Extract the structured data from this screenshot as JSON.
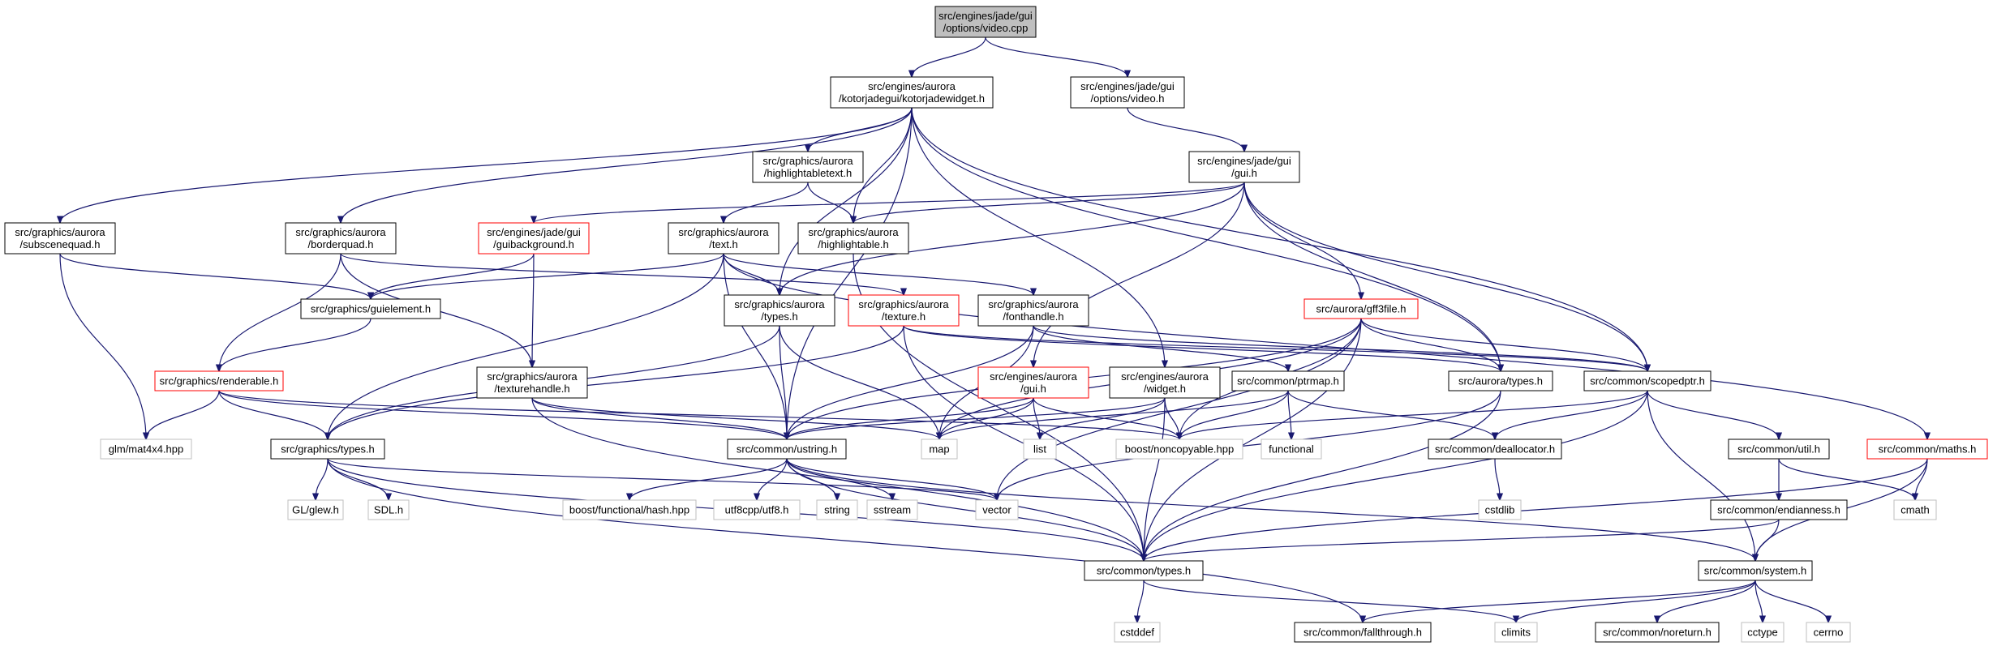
{
  "colors": {
    "edge": "#191970",
    "border_default": "#000000",
    "border_external": "#bfbfbf",
    "border_warning": "#ff0000",
    "fill_root": "#bfbfbf",
    "fill_default": "#ffffff"
  },
  "nodes": [
    {
      "id": "root",
      "lines": [
        "src/engines/jade/gui",
        "/options/video.cpp"
      ],
      "style": "root"
    },
    {
      "id": "kjw",
      "lines": [
        "src/engines/aurora",
        "/kotorjadegui/kotorjadewidget.h"
      ],
      "style": "normal"
    },
    {
      "id": "videoh",
      "lines": [
        "src/engines/jade/gui",
        "/options/video.h"
      ],
      "style": "normal"
    },
    {
      "id": "highlightabletext",
      "lines": [
        "src/graphics/aurora",
        "/highlightabletext.h"
      ],
      "style": "normal"
    },
    {
      "id": "jadegui",
      "lines": [
        "src/engines/jade/gui",
        "/gui.h"
      ],
      "style": "normal"
    },
    {
      "id": "subscenequad",
      "lines": [
        "src/graphics/aurora",
        "/subscenequad.h"
      ],
      "style": "normal"
    },
    {
      "id": "borderquad",
      "lines": [
        "src/graphics/aurora",
        "/borderquad.h"
      ],
      "style": "normal"
    },
    {
      "id": "guibackground",
      "lines": [
        "src/engines/jade/gui",
        "/guibackground.h"
      ],
      "style": "warning"
    },
    {
      "id": "texth",
      "lines": [
        "src/graphics/aurora",
        "/text.h"
      ],
      "style": "normal"
    },
    {
      "id": "highlightable",
      "lines": [
        "src/graphics/aurora",
        "/highlightable.h"
      ],
      "style": "normal"
    },
    {
      "id": "guielement",
      "lines": [
        "src/graphics/guielement.h"
      ],
      "style": "normal"
    },
    {
      "id": "gatypes",
      "lines": [
        "src/graphics/aurora",
        "/types.h"
      ],
      "style": "normal"
    },
    {
      "id": "texture",
      "lines": [
        "src/graphics/aurora",
        "/texture.h"
      ],
      "style": "warning"
    },
    {
      "id": "fonthandle",
      "lines": [
        "src/graphics/aurora",
        "/fonthandle.h"
      ],
      "style": "normal"
    },
    {
      "id": "gff3file",
      "lines": [
        "src/aurora/gff3file.h"
      ],
      "style": "warning"
    },
    {
      "id": "renderable",
      "lines": [
        "src/graphics/renderable.h"
      ],
      "style": "warning"
    },
    {
      "id": "texturehandle",
      "lines": [
        "src/graphics/aurora",
        "/texturehandle.h"
      ],
      "style": "normal"
    },
    {
      "id": "eaguih",
      "lines": [
        "src/engines/aurora",
        "/gui.h"
      ],
      "style": "warning"
    },
    {
      "id": "widgeth",
      "lines": [
        "src/engines/aurora",
        "/widget.h"
      ],
      "style": "normal"
    },
    {
      "id": "ptrmap",
      "lines": [
        "src/common/ptrmap.h"
      ],
      "style": "normal"
    },
    {
      "id": "auroratypes",
      "lines": [
        "src/aurora/types.h"
      ],
      "style": "normal"
    },
    {
      "id": "scopedptr",
      "lines": [
        "src/common/scopedptr.h"
      ],
      "style": "normal"
    },
    {
      "id": "glm",
      "lines": [
        "glm/mat4x4.hpp"
      ],
      "style": "external"
    },
    {
      "id": "gtypes",
      "lines": [
        "src/graphics/types.h"
      ],
      "style": "normal"
    },
    {
      "id": "ustring",
      "lines": [
        "src/common/ustring.h"
      ],
      "style": "normal"
    },
    {
      "id": "map",
      "lines": [
        "map"
      ],
      "style": "external"
    },
    {
      "id": "list",
      "lines": [
        "list"
      ],
      "style": "external"
    },
    {
      "id": "noncopyable",
      "lines": [
        "boost/noncopyable.hpp"
      ],
      "style": "external"
    },
    {
      "id": "functional",
      "lines": [
        "functional"
      ],
      "style": "external"
    },
    {
      "id": "deallocator",
      "lines": [
        "src/common/deallocator.h"
      ],
      "style": "normal"
    },
    {
      "id": "util",
      "lines": [
        "src/common/util.h"
      ],
      "style": "normal"
    },
    {
      "id": "maths",
      "lines": [
        "src/common/maths.h"
      ],
      "style": "warning"
    },
    {
      "id": "glew",
      "lines": [
        "GL/glew.h"
      ],
      "style": "external"
    },
    {
      "id": "sdl",
      "lines": [
        "SDL.h"
      ],
      "style": "external"
    },
    {
      "id": "hash",
      "lines": [
        "boost/functional/hash.hpp"
      ],
      "style": "external"
    },
    {
      "id": "utf8",
      "lines": [
        "utf8cpp/utf8.h"
      ],
      "style": "external"
    },
    {
      "id": "string",
      "lines": [
        "string"
      ],
      "style": "external"
    },
    {
      "id": "sstream",
      "lines": [
        "sstream"
      ],
      "style": "external"
    },
    {
      "id": "vector",
      "lines": [
        "vector"
      ],
      "style": "external"
    },
    {
      "id": "cstdlib",
      "lines": [
        "cstdlib"
      ],
      "style": "external"
    },
    {
      "id": "endianness",
      "lines": [
        "src/common/endianness.h"
      ],
      "style": "normal"
    },
    {
      "id": "cmath",
      "lines": [
        "cmath"
      ],
      "style": "external"
    },
    {
      "id": "commontypes",
      "lines": [
        "src/common/types.h"
      ],
      "style": "normal"
    },
    {
      "id": "system",
      "lines": [
        "src/common/system.h"
      ],
      "style": "normal"
    },
    {
      "id": "cstddef",
      "lines": [
        "cstddef"
      ],
      "style": "external"
    },
    {
      "id": "fallthrough",
      "lines": [
        "src/common/fallthrough.h"
      ],
      "style": "normal"
    },
    {
      "id": "climits",
      "lines": [
        "climits"
      ],
      "style": "external"
    },
    {
      "id": "noreturn",
      "lines": [
        "src/common/noreturn.h"
      ],
      "style": "normal"
    },
    {
      "id": "cctype",
      "lines": [
        "cctype"
      ],
      "style": "external"
    },
    {
      "id": "cerrno",
      "lines": [
        "cerrno"
      ],
      "style": "external"
    }
  ],
  "edges": [
    [
      "root",
      "kjw"
    ],
    [
      "root",
      "videoh"
    ],
    [
      "kjw",
      "highlightabletext"
    ],
    [
      "kjw",
      "subscenequad"
    ],
    [
      "kjw",
      "borderquad"
    ],
    [
      "kjw",
      "highlightable"
    ],
    [
      "kjw",
      "gatypes"
    ],
    [
      "kjw",
      "widgeth"
    ],
    [
      "kjw",
      "auroratypes"
    ],
    [
      "kjw",
      "scopedptr"
    ],
    [
      "kjw",
      "ustring"
    ],
    [
      "videoh",
      "jadegui"
    ],
    [
      "highlightabletext",
      "texth"
    ],
    [
      "highlightabletext",
      "highlightable"
    ],
    [
      "jadegui",
      "guibackground"
    ],
    [
      "jadegui",
      "highlightable"
    ],
    [
      "jadegui",
      "gatypes"
    ],
    [
      "jadegui",
      "gff3file"
    ],
    [
      "jadegui",
      "eaguih"
    ],
    [
      "jadegui",
      "auroratypes"
    ],
    [
      "jadegui",
      "scopedptr"
    ],
    [
      "subscenequad",
      "guielement"
    ],
    [
      "subscenequad",
      "glm"
    ],
    [
      "borderquad",
      "texture"
    ],
    [
      "borderquad",
      "renderable"
    ],
    [
      "borderquad",
      "texturehandle"
    ],
    [
      "guibackground",
      "guielement"
    ],
    [
      "guibackground",
      "texturehandle"
    ],
    [
      "texth",
      "guielement"
    ],
    [
      "texth",
      "gatypes"
    ],
    [
      "texth",
      "fonthandle"
    ],
    [
      "texth",
      "gtypes"
    ],
    [
      "texth",
      "ustring"
    ],
    [
      "texth",
      "maths"
    ],
    [
      "highlightable",
      "commontypes"
    ],
    [
      "guielement",
      "renderable"
    ],
    [
      "gatypes",
      "gtypes"
    ],
    [
      "gatypes",
      "ustring"
    ],
    [
      "gatypes",
      "map"
    ],
    [
      "texture",
      "gtypes"
    ],
    [
      "texture",
      "auroratypes"
    ],
    [
      "texture",
      "scopedptr"
    ],
    [
      "texture",
      "commontypes"
    ],
    [
      "fonthandle",
      "map"
    ],
    [
      "fonthandle",
      "ustring"
    ],
    [
      "fonthandle",
      "ptrmap"
    ],
    [
      "fonthandle",
      "scopedptr"
    ],
    [
      "gff3file",
      "ustring"
    ],
    [
      "gff3file",
      "map"
    ],
    [
      "gff3file",
      "noncopyable"
    ],
    [
      "gff3file",
      "auroratypes"
    ],
    [
      "gff3file",
      "scopedptr"
    ],
    [
      "gff3file",
      "vector"
    ],
    [
      "gff3file",
      "commontypes"
    ],
    [
      "renderable",
      "glm"
    ],
    [
      "renderable",
      "gtypes"
    ],
    [
      "renderable",
      "ustring"
    ],
    [
      "renderable",
      "noncopyable"
    ],
    [
      "texturehandle",
      "ustring"
    ],
    [
      "texturehandle",
      "commontypes"
    ],
    [
      "texturehandle",
      "map"
    ],
    [
      "eaguih",
      "ustring"
    ],
    [
      "eaguih",
      "map"
    ],
    [
      "eaguih",
      "list"
    ],
    [
      "eaguih",
      "noncopyable"
    ],
    [
      "widgeth",
      "list"
    ],
    [
      "widgeth",
      "noncopyable"
    ],
    [
      "widgeth",
      "ustring"
    ],
    [
      "widgeth",
      "commontypes"
    ],
    [
      "ptrmap",
      "map"
    ],
    [
      "ptrmap",
      "functional"
    ],
    [
      "ptrmap",
      "noncopyable"
    ],
    [
      "ptrmap",
      "deallocator"
    ],
    [
      "auroratypes",
      "vector"
    ],
    [
      "auroratypes",
      "commontypes"
    ],
    [
      "scopedptr",
      "noncopyable"
    ],
    [
      "scopedptr",
      "deallocator"
    ],
    [
      "scopedptr",
      "util"
    ],
    [
      "scopedptr",
      "system"
    ],
    [
      "scopedptr",
      "commontypes"
    ],
    [
      "gtypes",
      "glew"
    ],
    [
      "gtypes",
      "sdl"
    ],
    [
      "gtypes",
      "vector"
    ],
    [
      "gtypes",
      "commontypes"
    ],
    [
      "gtypes",
      "fallthrough"
    ],
    [
      "ustring",
      "hash"
    ],
    [
      "ustring",
      "utf8"
    ],
    [
      "ustring",
      "string"
    ],
    [
      "ustring",
      "sstream"
    ],
    [
      "ustring",
      "vector"
    ],
    [
      "ustring",
      "commontypes"
    ],
    [
      "ustring",
      "system"
    ],
    [
      "deallocator",
      "cstdlib"
    ],
    [
      "util",
      "endianness"
    ],
    [
      "util",
      "cmath"
    ],
    [
      "maths",
      "cmath"
    ],
    [
      "maths",
      "commontypes"
    ],
    [
      "maths",
      "system"
    ],
    [
      "endianness",
      "system"
    ],
    [
      "endianness",
      "commontypes"
    ],
    [
      "commontypes",
      "cstddef"
    ],
    [
      "commontypes",
      "climits"
    ],
    [
      "system",
      "fallthrough"
    ],
    [
      "system",
      "climits"
    ],
    [
      "system",
      "noreturn"
    ],
    [
      "system",
      "cctype"
    ],
    [
      "system",
      "cerrno"
    ]
  ]
}
